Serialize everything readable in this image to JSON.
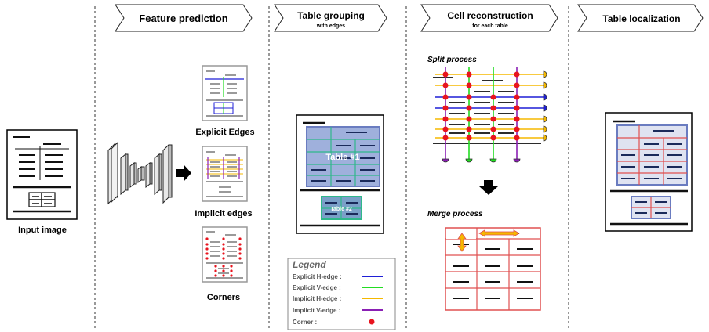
{
  "stages": [
    {
      "title": "Feature prediction",
      "subtitle": ""
    },
    {
      "title": "Table grouping",
      "subtitle": "with edges"
    },
    {
      "title": "Cell reconstruction",
      "subtitle": "for each table"
    },
    {
      "title": "Table localization",
      "subtitle": ""
    }
  ],
  "input_label": "Input image",
  "feature_outputs": [
    "Explicit Edges",
    "Implicit edges",
    "Corners"
  ],
  "table_labels": [
    "Table #1",
    "Table #2"
  ],
  "split_label": "Split process",
  "merge_label": "Merge process",
  "legend": {
    "title": "Legend",
    "items": [
      {
        "label": "Explicit H-edge :",
        "symbol": "line",
        "color": "#1f1fd6"
      },
      {
        "label": "Explicit V-edge :",
        "symbol": "line",
        "color": "#22dd22"
      },
      {
        "label": "Implicit H-edge :",
        "symbol": "line",
        "color": "#f5b800"
      },
      {
        "label": "Implicit V-edge :",
        "symbol": "line",
        "color": "#8a1fb4"
      },
      {
        "label": "Corner :",
        "symbol": "dot",
        "color": "#e8141e"
      }
    ]
  },
  "colors": {
    "explicit_h": "#1f1fd6",
    "explicit_v": "#22dd22",
    "implicit_h": "#f5b800",
    "implicit_v": "#8a1fb4",
    "corner": "#e8141e",
    "table_fill": "#9fb0dc",
    "table_stroke": "#6a7cc0",
    "cell_grid": "#e05050",
    "table2_fill": "#7aa0c8",
    "table2_stroke": "#2fb88a"
  }
}
